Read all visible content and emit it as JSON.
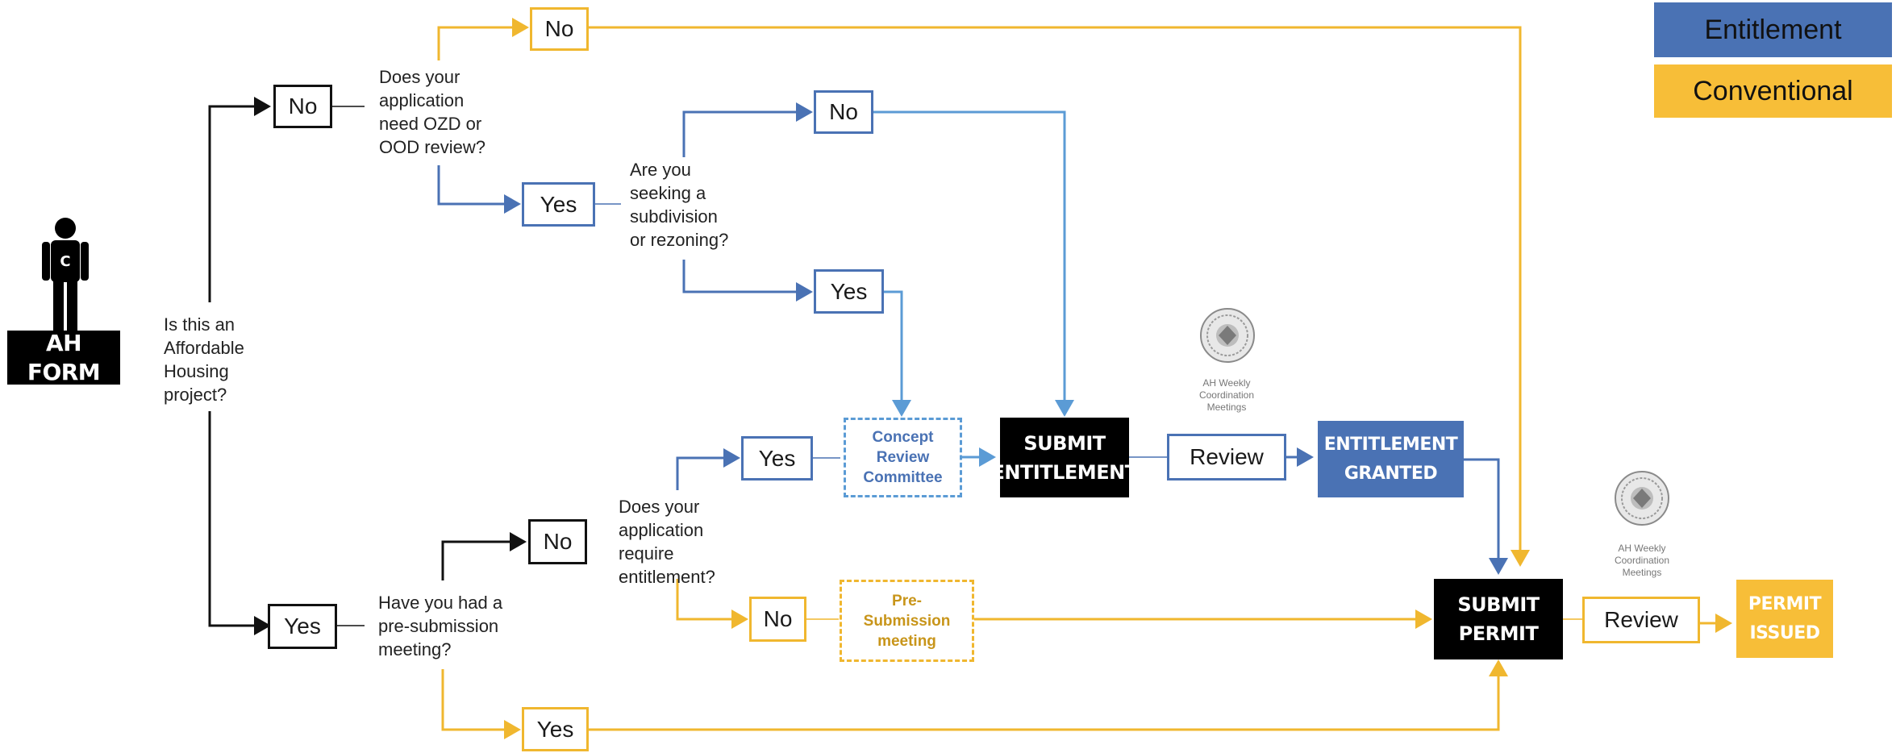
{
  "legend": {
    "entitlement": "Entitlement",
    "conventional": "Conventional",
    "colors": {
      "entitlement": "#4a72b4",
      "conventional": "#f7be38"
    }
  },
  "start": {
    "icon": "person-icon",
    "badge_letter": "C",
    "label": "AH FORM"
  },
  "questions": {
    "affordable": "Is this an\nAffordable\nHousing\nproject?",
    "ozd": "Does your\napplication\nneed OZD or\nOOD review?",
    "subdivision": "Are you\nseeking a\nsubdivision\nor rezoning?",
    "entitlement": "Does your\napplication\nrequire\nentitlement?",
    "presub": "Have you had a\npre-submission\nmeeting?"
  },
  "answers": {
    "affordable_no": "No",
    "affordable_yes": "Yes",
    "ozd_no": "No",
    "ozd_yes": "Yes",
    "subdivision_no": "No",
    "subdivision_yes": "Yes",
    "entitlement_yes": "Yes",
    "entitlement_no": "No",
    "presub_no": "No",
    "presub_yes": "Yes"
  },
  "steps": {
    "concept_review": "Concept\nReview\nCommittee",
    "presubmission_meeting": "Pre-\nSubmission\nmeeting",
    "submit_entitlement": "SUBMIT\nENTITLEMENT",
    "review_entitlement": "Review",
    "entitlement_granted": "ENTITLEMENT\nGRANTED",
    "submit_permit": "SUBMIT\nPERMIT",
    "review_permit": "Review",
    "permit_issued": "PERMIT\nISSUED"
  },
  "meetings": {
    "entitlement_caption": "AH Weekly\nCoordination\nMeetings",
    "permit_caption": "AH Weekly\nCoordination\nMeetings",
    "seal_icon": "city-seal-icon"
  }
}
